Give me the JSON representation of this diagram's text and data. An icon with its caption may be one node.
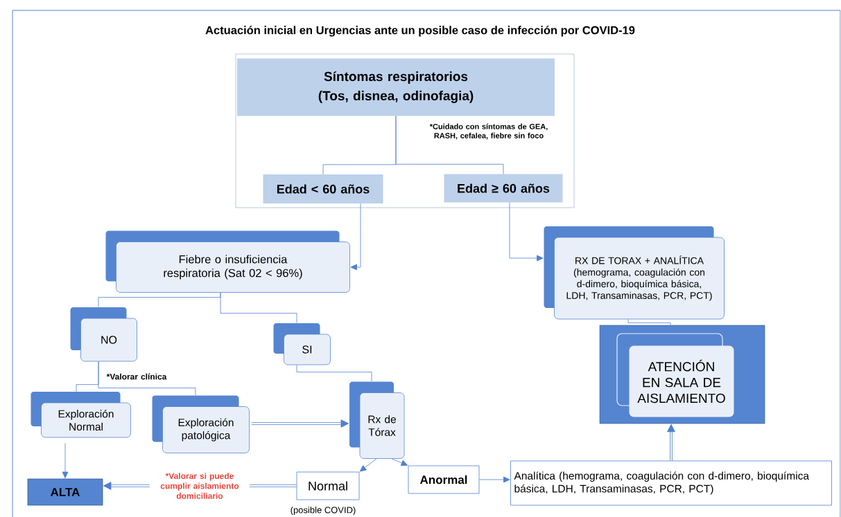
{
  "diagram": {
    "title": "Actuación inicial en Urgencias ante un posible caso de infección por COVID-19",
    "nodes": [
      {
        "text": [],
        "shape": "box"
      },
      {
        "text": [
          "Síntomas respiratorios",
          "(Tos, disnea, odinofagia)"
        ],
        "in": 0
      },
      {
        "text": [
          "Edad < 60 años"
        ],
        "in": 0
      },
      {
        "text": [
          "Edad ≥ 60 años"
        ],
        "in": 0
      },
      {
        "text": [
          "Fiebre o insuficiencia respiratoria (Sat 02 < 96%)"
        ]
      },
      {
        "text": [
          "RX DE TORAX + ANALÍTICA",
          "(hemograma, coagulación con d-dimero, bioquímica básica, LDH, Transaminasas, PCR, PCT)"
        ]
      },
      {
        "text": [
          "NO"
        ]
      },
      {
        "text": [
          "SI"
        ]
      },
      {
        "text": [
          "ATENCIÓN EN SALA DE AISLAMIENTO"
        ]
      },
      {
        "text": [
          "Exploración Normal"
        ]
      },
      {
        "text": [
          "Exploración patológica"
        ]
      },
      {
        "text": [
          "Rx de Tórax"
        ]
      },
      {
        "text": [
          "ALTA"
        ]
      },
      {
        "text": [
          "Normal"
        ],
        "beside": [
          "(posible COVID)"
        ]
      },
      {
        "text": [
          "Anormal"
        ]
      },
      {
        "text": [
          "Analítica (hemograma, coagulación con d-dimero, bioquímica básica, LDH, Transaminasas, PCR, PCT)"
        ]
      }
    ],
    "edges": [
      {
        "from": 1,
        "to": 2,
        "arrow": "none"
      },
      {
        "from": 1,
        "to": 3,
        "arrow": "none"
      },
      {
        "from": 2,
        "to": 4,
        "arrow": "to"
      },
      {
        "from": 3,
        "to": 5,
        "arrow": "to"
      },
      {
        "from": 4,
        "to": 6,
        "arrow": "none"
      },
      {
        "from": 4,
        "to": 7,
        "arrow": "none"
      },
      {
        "from": 5,
        "to": 8,
        "arrow": "none"
      },
      {
        "from": 6,
        "to": 9,
        "arrow": "none"
      },
      {
        "from": 6,
        "to": 10,
        "arrow": "none"
      },
      {
        "from": 7,
        "to": 11,
        "arrow": "none"
      },
      {
        "from": 10,
        "to": 11,
        "arrow": "to",
        "style": "thick"
      },
      {
        "from": 9,
        "to": 12,
        "arrow": "to"
      },
      {
        "from": 11,
        "to": 13,
        "arrow": "to"
      },
      {
        "from": 11,
        "to": 14,
        "arrow": "to"
      },
      {
        "from": 13,
        "to": 12,
        "arrow": "to",
        "style": "thick",
        "label": "*Valorar si puede cumplir aislamiento domiciliario"
      },
      {
        "from": 14,
        "to": 15,
        "arrow": "to"
      },
      {
        "from": 15,
        "to": 8,
        "arrow": "to",
        "style": "thick"
      }
    ],
    "labels": [
      "*Cuidado con síntomas de GEA, RASH, cefalea, fiebre sin foco",
      "*Valorar clínica"
    ]
  }
}
